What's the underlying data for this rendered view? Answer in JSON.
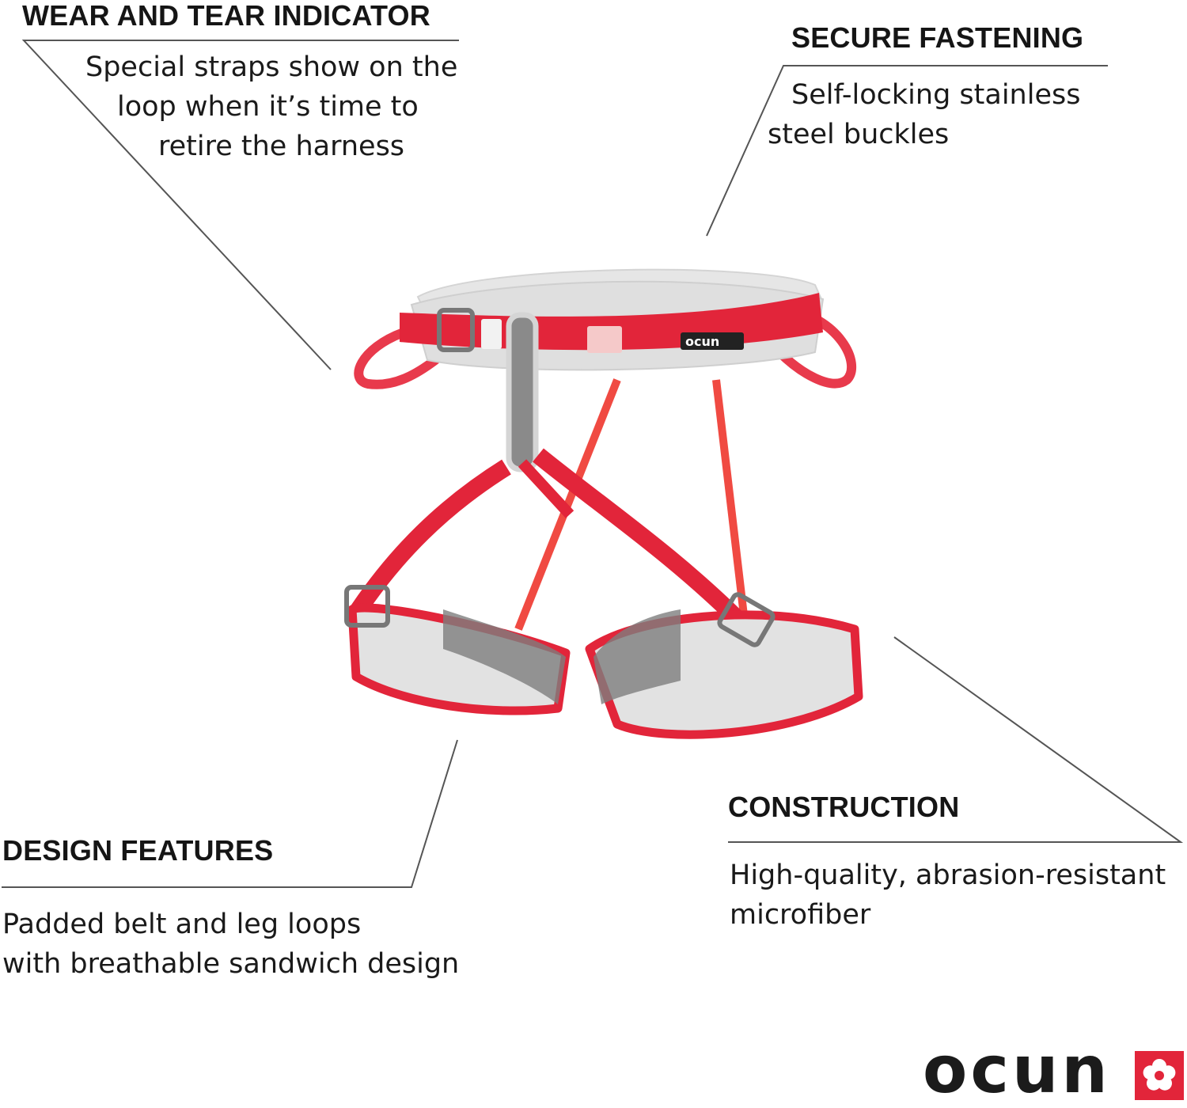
{
  "colors": {
    "brand_red": "#e2253a",
    "pad_grey": "#dcdcdc",
    "callout_line": "#555555"
  },
  "callouts": [
    {
      "id": "wear-and-tear-indicator",
      "title": "WEAR AND TEAR INDICATOR",
      "lines": [
        "Special straps show on the",
        "loop when it’s time to",
        "retire the harness"
      ]
    },
    {
      "id": "secure-fastening",
      "title": "SECURE FASTENING",
      "lines": [
        "Self-locking stainless",
        "steel buckles"
      ]
    },
    {
      "id": "design-features",
      "title": "DESIGN FEATURES",
      "lines": [
        "Padded belt and leg loops",
        "with breathable sandwich design"
      ]
    },
    {
      "id": "construction",
      "title": "CONSTRUCTION",
      "lines": [
        "High-quality, abrasion-resistant",
        "microfiber"
      ]
    }
  ],
  "product": {
    "icon": "climbing-harness",
    "belt_label": "ocun"
  },
  "brand": {
    "wordmark": "ocun",
    "icon": "flower-logo-icon"
  }
}
